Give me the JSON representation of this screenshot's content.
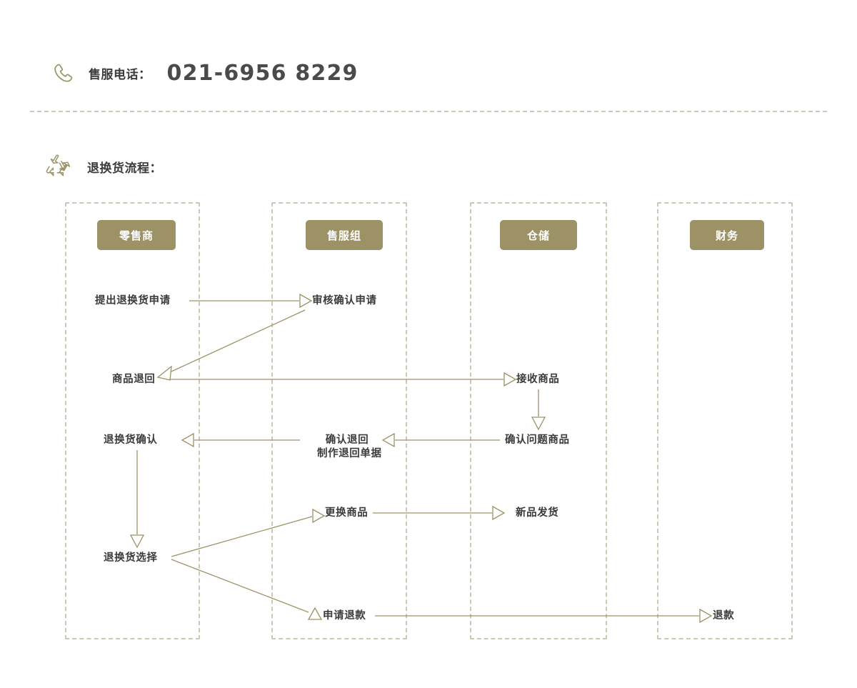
{
  "header": {
    "phone_icon": "phone-handset-icon",
    "phone_label": "售服电话：",
    "phone_number": "021-6956 8229"
  },
  "section": {
    "icon": "recycle-icon",
    "title": "退换货流程："
  },
  "colors": {
    "khaki": "#9d9266",
    "line": "#9d9266",
    "dashed_border": "#cdc7b5",
    "text": "#3b3b3b",
    "background": "#ffffff"
  },
  "lanes": [
    {
      "id": "retailer",
      "label": "零售商"
    },
    {
      "id": "service",
      "label": "售服组"
    },
    {
      "id": "warehouse",
      "label": "仓储"
    },
    {
      "id": "finance",
      "label": "财务"
    }
  ],
  "nodes": [
    {
      "id": "apply-return",
      "lane": "retailer",
      "label": "提出退换货申请"
    },
    {
      "id": "review-confirm",
      "lane": "service",
      "label": "审核确认申请"
    },
    {
      "id": "goods-returned",
      "lane": "retailer",
      "label": "商品退回"
    },
    {
      "id": "receive-goods",
      "lane": "warehouse",
      "label": "接收商品"
    },
    {
      "id": "confirm-defect",
      "lane": "warehouse",
      "label": "确认问题商品"
    },
    {
      "id": "confirm-return",
      "lane": "service",
      "label": "确认退回\n制作退回单据",
      "line1": "确认退回",
      "line2": "制作退回单据"
    },
    {
      "id": "return-confirmed",
      "lane": "retailer",
      "label": "退换货确认"
    },
    {
      "id": "return-choice",
      "lane": "retailer",
      "label": "退换货选择"
    },
    {
      "id": "exchange-goods",
      "lane": "service",
      "label": "更换商品"
    },
    {
      "id": "ship-new",
      "lane": "warehouse",
      "label": "新品发货"
    },
    {
      "id": "request-refund",
      "lane": "service",
      "label": "申请退款"
    },
    {
      "id": "refund",
      "lane": "finance",
      "label": "退款"
    }
  ],
  "flows": [
    {
      "from": "apply-return",
      "to": "review-confirm",
      "direction": "right"
    },
    {
      "from": "review-confirm",
      "to": "goods-returned",
      "direction": "diagonal-left-down"
    },
    {
      "from": "goods-returned",
      "to": "receive-goods",
      "direction": "right"
    },
    {
      "from": "receive-goods",
      "to": "confirm-defect",
      "direction": "down"
    },
    {
      "from": "confirm-defect",
      "to": "confirm-return",
      "direction": "left"
    },
    {
      "from": "confirm-return",
      "to": "return-confirmed",
      "direction": "left"
    },
    {
      "from": "return-confirmed",
      "to": "return-choice",
      "direction": "down"
    },
    {
      "from": "return-choice",
      "to": "exchange-goods",
      "direction": "diagonal-right-up"
    },
    {
      "from": "exchange-goods",
      "to": "ship-new",
      "direction": "right"
    },
    {
      "from": "return-choice",
      "to": "request-refund",
      "direction": "diagonal-right-down"
    },
    {
      "from": "request-refund",
      "to": "refund",
      "direction": "right"
    }
  ]
}
